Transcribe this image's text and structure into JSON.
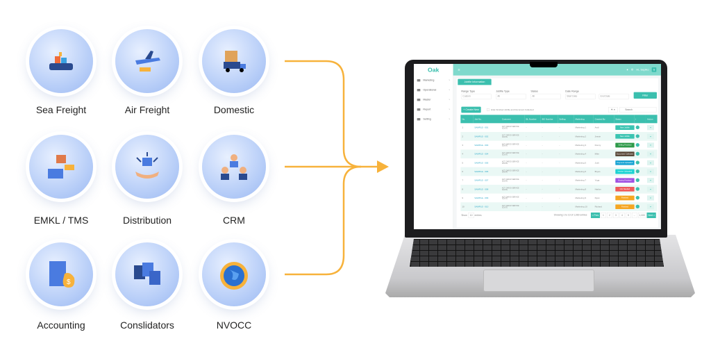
{
  "services": [
    {
      "label": "Sea Freight",
      "icon": "ship-icon"
    },
    {
      "label": "Air Freight",
      "icon": "airplane-icon"
    },
    {
      "label": "Domestic",
      "icon": "truck-icon"
    },
    {
      "label": "EMKL / TMS",
      "icon": "warehouse-truck-icon"
    },
    {
      "label": "Distribution",
      "icon": "distribution-box-icon"
    },
    {
      "label": "CRM",
      "icon": "people-network-icon"
    },
    {
      "label": "Accounting",
      "icon": "calculator-money-icon"
    },
    {
      "label": "Conslidators",
      "icon": "documents-icon"
    },
    {
      "label": "NVOCC",
      "icon": "globe-icon"
    }
  ],
  "colors": {
    "arrow": "#f7b23b",
    "accent": "#3bbfae",
    "header": "#7fd9cc"
  },
  "app": {
    "logo": "Oak",
    "sidebar": [
      "Marketing",
      "Operational",
      "Master",
      "Report",
      "Setting"
    ],
    "user": "Hi, Sepiko",
    "avatar": "S",
    "tab": "Jobfile Information",
    "filters": [
      {
        "label": "Range Type",
        "value": "Custom"
      },
      {
        "label": "Jobfile Type",
        "value": "All"
      },
      {
        "label": "Status",
        "value": "All"
      },
      {
        "label": "Date Range",
        "value": "Start Date"
      },
      {
        "label": "",
        "value": "End Date"
      }
    ],
    "filter_btn": "Filter",
    "create_btn": "+ Create New",
    "hide_label": "Hide Finished Jobfile and Document Collected",
    "search_placeholder": "Search",
    "columns": [
      "No.",
      "Job No.",
      "Customer",
      "BL Number",
      "BO Number",
      "Selling",
      "Marketing",
      "Created By",
      "Status",
      "i",
      "Action"
    ],
    "rows": [
      {
        "no": "1",
        "job": "SAMPLE - 001",
        "cust": "ACT CARGO SERVICE SOUTE",
        "m": "Marketing 1",
        "by": "Andi",
        "status": "New Jobfile",
        "color": "#3bc4b2"
      },
      {
        "no": "2",
        "job": "SAMPLE - 002",
        "cust": "ACT CARGO SERVICE SOUTE",
        "m": "Marketing 2",
        "by": "Jessie",
        "status": "New Jobfile",
        "color": "#3bc4b2"
      },
      {
        "no": "3",
        "job": "SAMPLE - 003",
        "cust": "ACT CARGO SERVICE SOUTE",
        "m": "Marketing 3",
        "by": "Donny",
        "status": "Selling Finished",
        "color": "#2e9a4a"
      },
      {
        "no": "4",
        "job": "SAMPLE - 004",
        "cust": "ACT CARGO SERVICE SOUTE",
        "m": "Marketing 4",
        "by": "Mike",
        "status": "Document Collected",
        "color": "#5a4a3a"
      },
      {
        "no": "5",
        "job": "SAMPLE - 005",
        "cust": "ACT CARGO SERVICE SOUTE",
        "m": "Marketing 5",
        "by": "Josh",
        "status": "Payment Uploaded",
        "color": "#17a3d3"
      },
      {
        "no": "6",
        "job": "SAMPLE - 006",
        "cust": "ACT CARGO SERVICE SOUTE",
        "m": "Marketing 6",
        "by": "Bryan",
        "status": "Invoice Uploaded",
        "color": "#1cd3d3"
      },
      {
        "no": "7",
        "job": "SAMPLE - 007",
        "cust": "ACT CARGO SERVICE SOUTE",
        "m": "Marketing 7",
        "by": "Yoga",
        "status": "Buying Finished",
        "color": "#a052e2"
      },
      {
        "no": "8",
        "job": "SAMPLE - 008",
        "cust": "ACT CARGO SERVICE SOUTE",
        "m": "Marketing 8",
        "by": "Harfan",
        "status": "Info Needed",
        "color": "#ef5a5a"
      },
      {
        "no": "9",
        "job": "SAMPLE - 009",
        "cust": "ACT CARGO SERVICE SOUTE",
        "m": "Marketing 9",
        "by": "Ryan",
        "status": "Finished",
        "color": "#f5a623"
      },
      {
        "no": "10",
        "job": "SAMPLE - 010",
        "cust": "ACT CARGO SERVICE SOUTE",
        "m": "Marketing 10",
        "by": "Richard",
        "status": "Finished",
        "color": "#f5a623"
      }
    ],
    "show": "Show",
    "show_n": "10",
    "entries": "entries",
    "showing": "Showing 1 to 10 of 1,000 entries",
    "pages": [
      "< Prev",
      "1",
      "2",
      "3",
      "4",
      "5",
      "...",
      "1,000",
      "Next >"
    ]
  }
}
